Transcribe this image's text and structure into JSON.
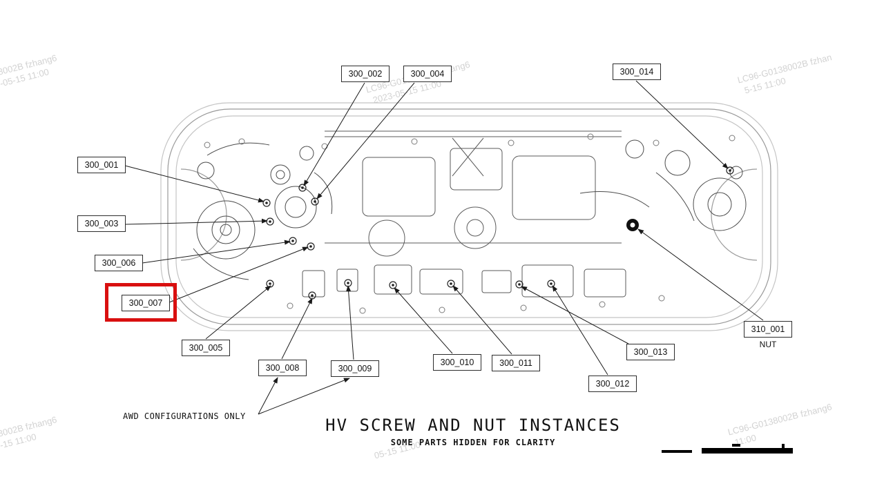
{
  "page": {
    "title": "HV SCREW AND NUT INSTANCES",
    "subtitle": "SOME PARTS HIDDEN FOR CLARITY",
    "awd_note": "AWD CONFIGURATIONS ONLY"
  },
  "callouts": [
    {
      "id": "300_002",
      "label": "300_002"
    },
    {
      "id": "300_004",
      "label": "300_004"
    },
    {
      "id": "300_014",
      "label": "300_014"
    },
    {
      "id": "300_001",
      "label": "300_001"
    },
    {
      "id": "300_003",
      "label": "300_003"
    },
    {
      "id": "300_006",
      "label": "300_006"
    },
    {
      "id": "300_007",
      "label": "300_007"
    },
    {
      "id": "300_005",
      "label": "300_005"
    },
    {
      "id": "300_008",
      "label": "300_008"
    },
    {
      "id": "300_009",
      "label": "300_009"
    },
    {
      "id": "300_010",
      "label": "300_010"
    },
    {
      "id": "300_011",
      "label": "300_011"
    },
    {
      "id": "300_013",
      "label": "300_013"
    },
    {
      "id": "300_012",
      "label": "300_012"
    },
    {
      "id": "310_001",
      "label": "310_001",
      "sublabel": "NUT"
    }
  ],
  "highlight": {
    "target": "300_007",
    "color": "#d90f0f"
  },
  "watermarks": [
    {
      "line1": "38002B fzhang6",
      "line2": "-05-15 11:00"
    },
    {
      "line1": "LC96-G0138002B fzhang6",
      "line2": "2023-05-15 11:00"
    },
    {
      "line1": "LC96-G0138002B fzhan",
      "line2": "5-15 11:00"
    },
    {
      "line1": "38002B fzhang6",
      "line2": "-15 11:00"
    },
    {
      "line1": "LC96-G0138002B fzhang6",
      "line2": "11:00"
    },
    {
      "line1": "05-15 11:00",
      "line2": ""
    }
  ]
}
